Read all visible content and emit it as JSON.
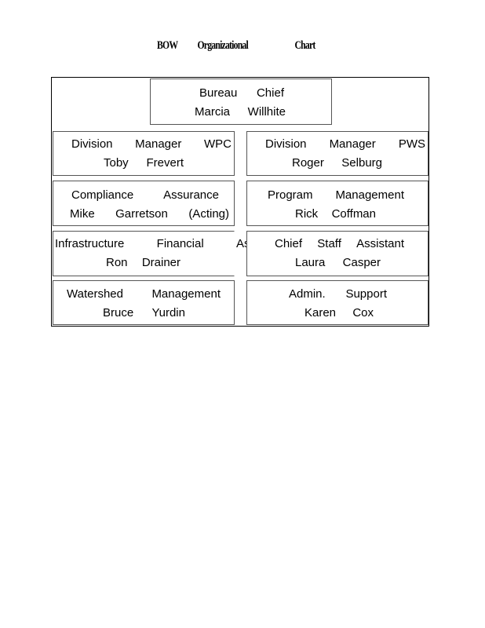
{
  "title": [
    "BOW",
    "Organizational",
    "Chart"
  ],
  "chief": {
    "line1": [
      "Bureau",
      "Chief"
    ],
    "line2": [
      "Marcia",
      "Willhite"
    ]
  },
  "boxes": [
    {
      "line1": [
        "Division",
        "Manager",
        "WPC"
      ],
      "line2": [
        "Toby",
        "Frevert"
      ]
    },
    {
      "line1": [
        "Division",
        "Manager",
        "PWS"
      ],
      "line2": [
        "Roger",
        "Selburg"
      ]
    },
    {
      "line1": [
        "Compliance",
        "Assurance"
      ],
      "line2": [
        "Mike",
        "Garretson",
        "(Acting)"
      ]
    },
    {
      "line1": [
        "Program",
        "Management"
      ],
      "line2": [
        "Rick",
        "Coffman"
      ]
    },
    {
      "line1": [
        "Infrastructure",
        "Financial",
        "Ass"
      ],
      "line2": [
        "Ron",
        "Drainer"
      ]
    },
    {
      "line1": [
        "Chief",
        "Staff",
        "Assistant"
      ],
      "line2": [
        "Laura",
        "Casper"
      ]
    },
    {
      "line1": [
        "Watershed",
        "Management"
      ],
      "line2": [
        "Bruce",
        "Yurdin"
      ]
    },
    {
      "line1": [
        "Admin.",
        "Support"
      ],
      "line2": [
        "Karen",
        "Cox"
      ]
    }
  ]
}
